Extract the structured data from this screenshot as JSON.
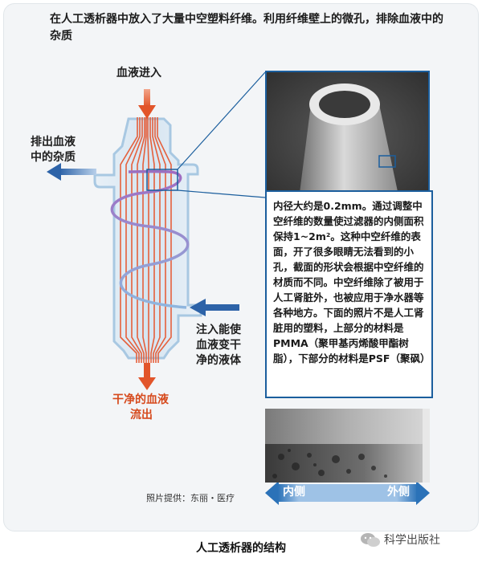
{
  "header": {
    "description": "在人工透析器中放入了大量中空塑料纤维。利用纤维壁上的微孔，排除血液中的杂质"
  },
  "labels": {
    "blood_in": "血液进入",
    "impurity_out_line1": "排出血液",
    "impurity_out_line2": "中的杂质",
    "inject_line1": "注入能使",
    "inject_line2": "血液变干",
    "inject_line3": "净的液体",
    "clean_out_line1": "干净的血液",
    "clean_out_line2": "流出"
  },
  "callout": {
    "text": "内径大约是0.2mm。通过调整中空纤维的数量使过滤器的内侧面积保持1~2m²。这种中空纤维的表面，开了很多眼睛无法看到的小孔，截面的形状会根据中空纤维的材质而不同。中空纤维除了被用于人工肾脏外，也被应用于净水器等各种地方。下面的照片不是人工肾脏用的塑料，上部分的材料是PMMA（聚甲基丙烯酸甲酯树脂），下部分的材料是PSF（聚砜）"
  },
  "photo_bottom": {
    "inner_label": "内侧",
    "outer_label": "外侧"
  },
  "credit": "照片提供：东丽・医疗",
  "title": "人工透析器的结构",
  "watermark": "科学出版社",
  "colors": {
    "blood_red": "#e2552a",
    "fiber_red": "#e5603c",
    "dialysate_blue": "#2d63a8",
    "callout_border": "#1b5e9d",
    "chamber_fill": "#dde9f3",
    "chamber_border": "#a8c8e2",
    "spiral": "#9a6fc0"
  }
}
